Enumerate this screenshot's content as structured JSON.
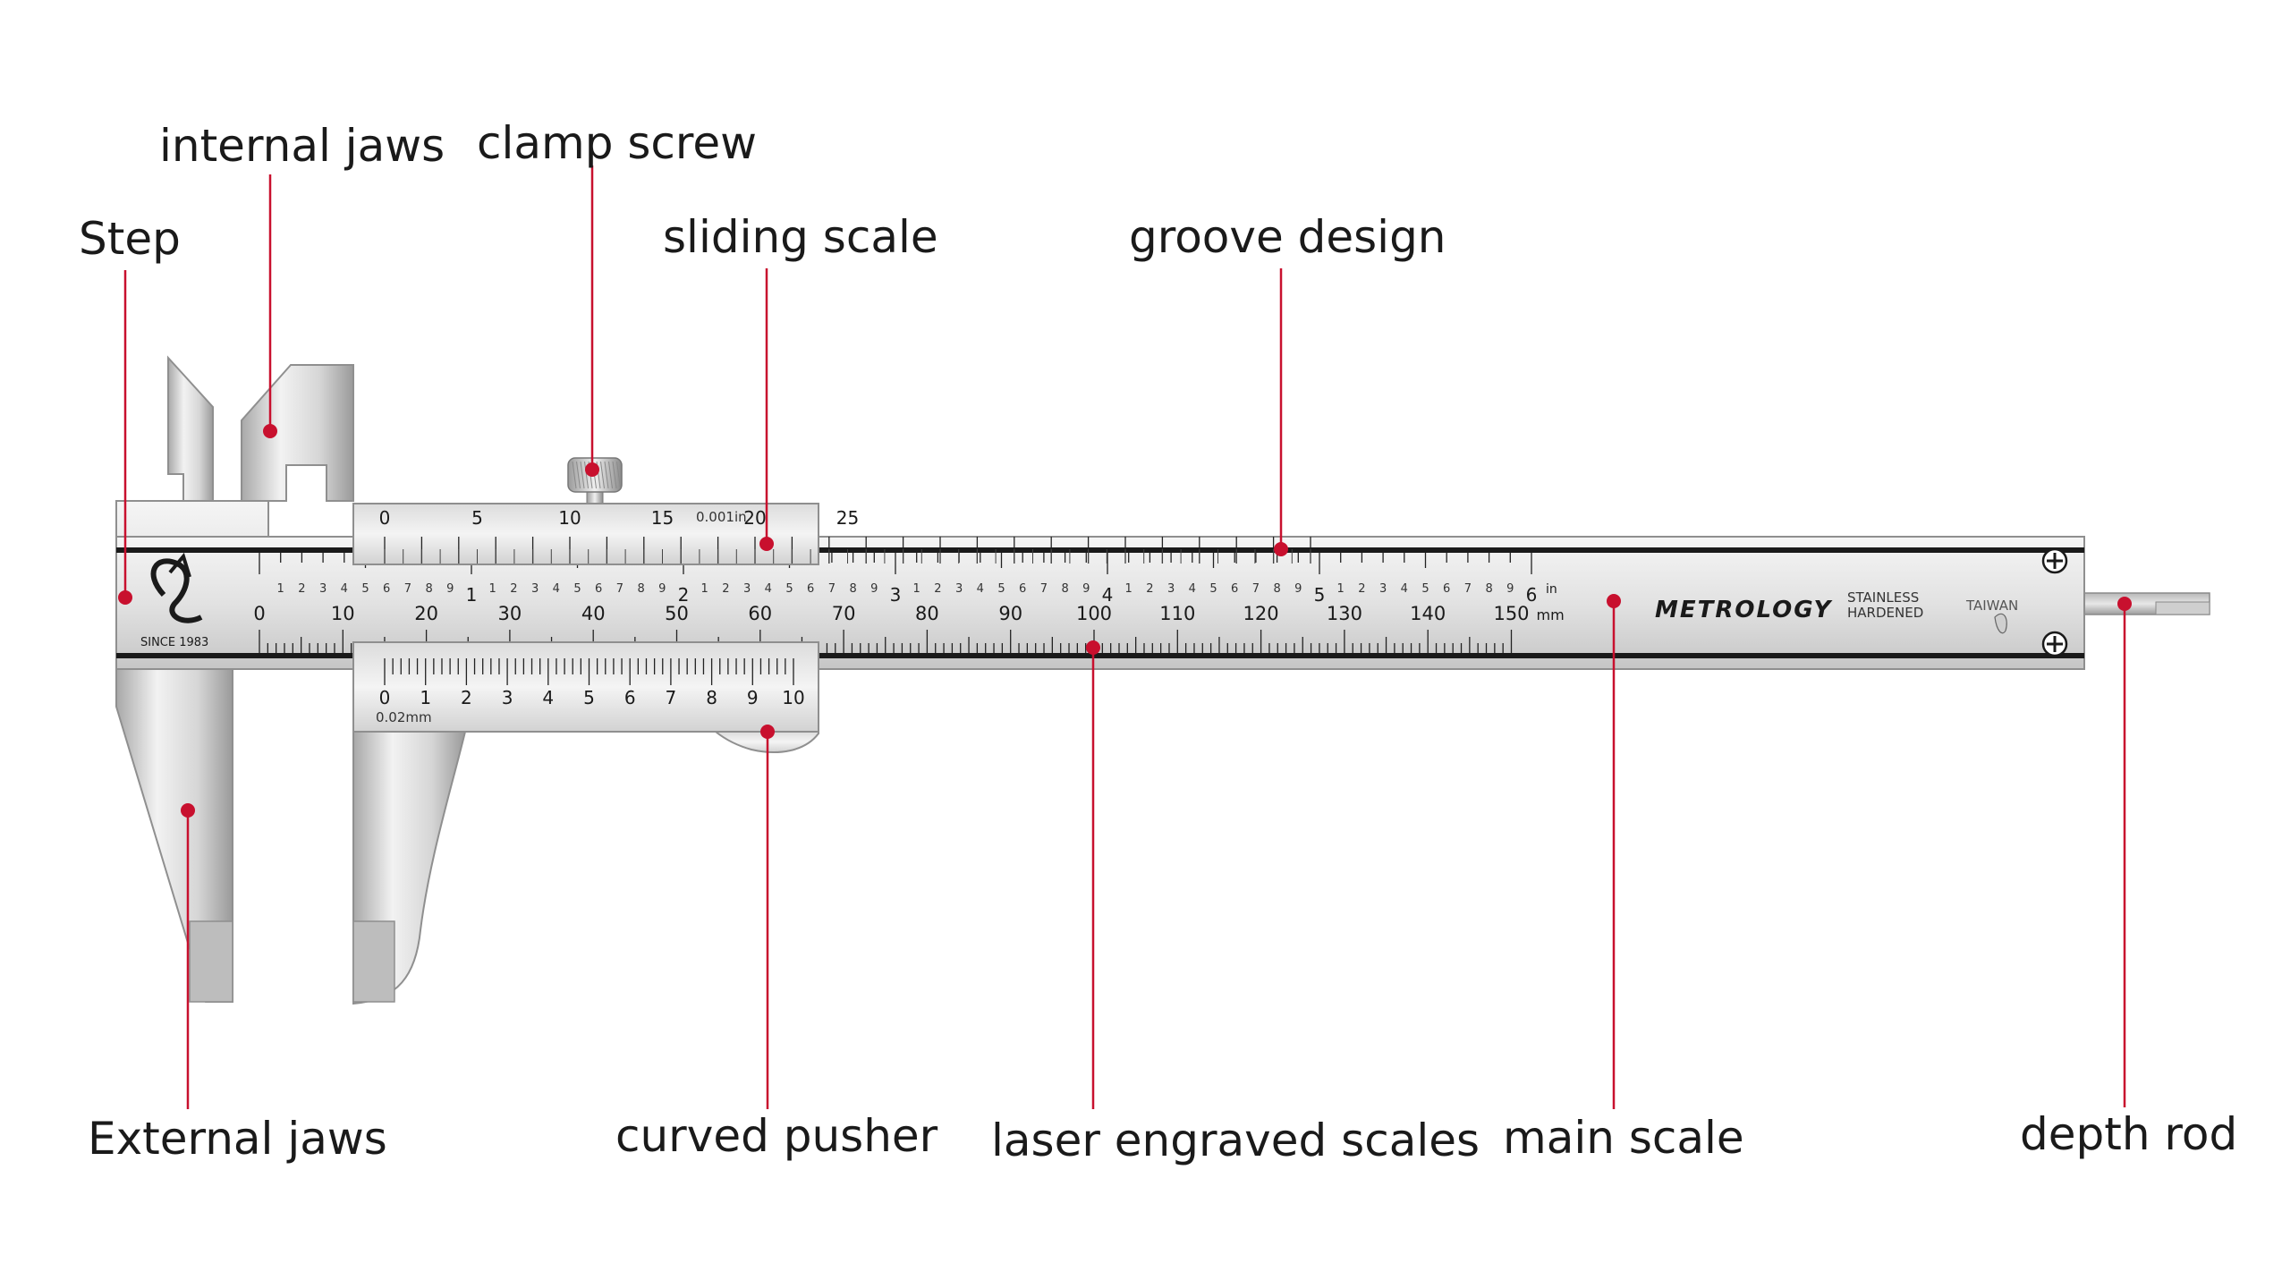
{
  "labels": {
    "internal_jaws": "internal jaws",
    "clamp_screw": "clamp screw",
    "step": "Step",
    "sliding_scale": "sliding scale",
    "groove_design": "groove design",
    "external_jaws": "External jaws",
    "curved_pusher": "curved pusher",
    "laser_engraved_scales": "laser engraved scales",
    "main_scale": "main scale",
    "depth_rod": "depth rod"
  },
  "caliper": {
    "logo_since": "SINCE 1983",
    "brand": "METROLOGY",
    "material_line1": "STAINLESS",
    "material_line2": "HARDENED",
    "origin": "TAIWAN",
    "inch_unit": "in",
    "mm_unit": "mm",
    "vernier_inch_precision": "0.001in",
    "vernier_mm_precision": "0.02mm",
    "main_mm_numbers": [
      "0",
      "10",
      "20",
      "30",
      "40",
      "50",
      "60",
      "70",
      "80",
      "90",
      "100",
      "110",
      "120",
      "130",
      "140",
      "150"
    ],
    "main_inch_numbers": [
      "1",
      "2",
      "3",
      "4",
      "5",
      "6"
    ],
    "inch_subdivision_digits": [
      "1",
      "2",
      "3",
      "4",
      "5",
      "6",
      "7",
      "8",
      "9"
    ],
    "vernier_top_numbers": [
      "0",
      "5",
      "10",
      "15",
      "20",
      "25"
    ],
    "vernier_bottom_numbers": [
      "0",
      "1",
      "2",
      "3",
      "4",
      "5",
      "6",
      "7",
      "8",
      "9",
      "10"
    ]
  },
  "colors": {
    "callout_line": "#c8102e",
    "callout_dot": "#c8102e",
    "steel_light": "#eeeeee",
    "steel_mid": "#cfcfcf",
    "steel_dark": "#8a8a8a",
    "groove": "#1a1a1a",
    "label_text": "#1a1a1a"
  }
}
